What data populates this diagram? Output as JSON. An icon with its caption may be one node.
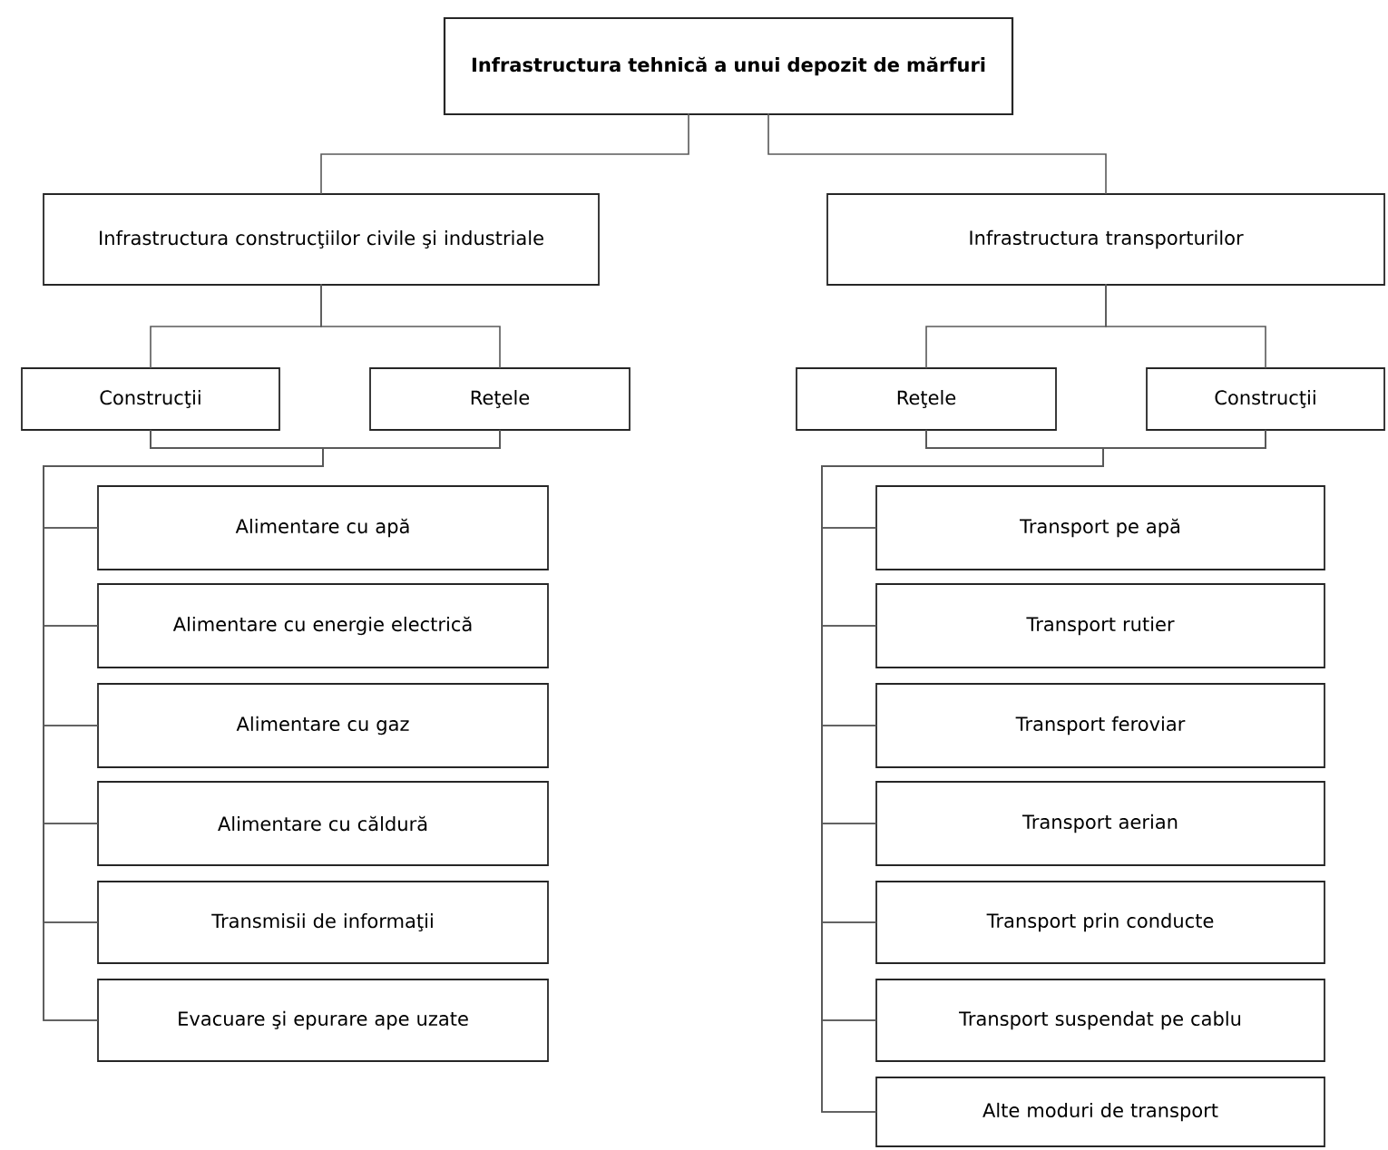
{
  "diagram": {
    "nodes": [
      {
        "text": [
          "Infrastructura tehnică a unui depozit de mărfuri"
        ]
      },
      {
        "text": [
          "Infrastructura construcţiilor civile şi industriale"
        ]
      },
      {
        "text": [
          "Infrastructura transporturilor"
        ]
      },
      {
        "text": [
          "Construcţii"
        ]
      },
      {
        "text": [
          "Reţele"
        ]
      },
      {
        "text": [
          "Reţele"
        ]
      },
      {
        "text": [
          "Construcţii"
        ]
      },
      {
        "text": [
          "Alimentare cu apă"
        ]
      },
      {
        "text": [
          "Alimentare cu energie electrică"
        ]
      },
      {
        "text": [
          "Alimentare cu gaz"
        ]
      },
      {
        "text": [
          "Alimentare cu căldură"
        ]
      },
      {
        "text": [
          "Transmisii de informaţii"
        ]
      },
      {
        "text": [
          "Evacuare şi epurare ape uzate"
        ]
      },
      {
        "text": [
          "Transport pe apă"
        ]
      },
      {
        "text": [
          "Transport rutier"
        ]
      },
      {
        "text": [
          "Transport feroviar"
        ]
      },
      {
        "text": [
          "Transport aerian"
        ]
      },
      {
        "text": [
          "Transport prin conducte"
        ]
      },
      {
        "text": [
          "Transport suspendat pe cablu"
        ]
      },
      {
        "text": [
          "Alte moduri de transport"
        ]
      }
    ],
    "edges": [
      {
        "from": 0,
        "to": 1,
        "arrow": "none"
      },
      {
        "from": 0,
        "to": 2,
        "arrow": "none"
      },
      {
        "from": 1,
        "to": 3,
        "arrow": "none"
      },
      {
        "from": 1,
        "to": 4,
        "arrow": "none"
      },
      {
        "from": 2,
        "to": 5,
        "arrow": "none"
      },
      {
        "from": 2,
        "to": 6,
        "arrow": "none"
      },
      {
        "from": 3,
        "to": 7,
        "arrow": "none"
      },
      {
        "from": 3,
        "to": 8,
        "arrow": "none"
      },
      {
        "from": 3,
        "to": 9,
        "arrow": "none"
      },
      {
        "from": 3,
        "to": 10,
        "arrow": "none"
      },
      {
        "from": 3,
        "to": 11,
        "arrow": "none"
      },
      {
        "from": 3,
        "to": 12,
        "arrow": "none"
      },
      {
        "from": 4,
        "to": 7,
        "arrow": "none"
      },
      {
        "from": 4,
        "to": 8,
        "arrow": "none"
      },
      {
        "from": 4,
        "to": 9,
        "arrow": "none"
      },
      {
        "from": 4,
        "to": 10,
        "arrow": "none"
      },
      {
        "from": 4,
        "to": 11,
        "arrow": "none"
      },
      {
        "from": 4,
        "to": 12,
        "arrow": "none"
      },
      {
        "from": 5,
        "to": 13,
        "arrow": "none"
      },
      {
        "from": 5,
        "to": 14,
        "arrow": "none"
      },
      {
        "from": 5,
        "to": 15,
        "arrow": "none"
      },
      {
        "from": 5,
        "to": 16,
        "arrow": "none"
      },
      {
        "from": 5,
        "to": 17,
        "arrow": "none"
      },
      {
        "from": 5,
        "to": 18,
        "arrow": "none"
      },
      {
        "from": 5,
        "to": 19,
        "arrow": "none"
      },
      {
        "from": 6,
        "to": 13,
        "arrow": "none"
      },
      {
        "from": 6,
        "to": 14,
        "arrow": "none"
      },
      {
        "from": 6,
        "to": 15,
        "arrow": "none"
      },
      {
        "from": 6,
        "to": 16,
        "arrow": "none"
      },
      {
        "from": 6,
        "to": 17,
        "arrow": "none"
      },
      {
        "from": 6,
        "to": 18,
        "arrow": "none"
      },
      {
        "from": 6,
        "to": 19,
        "arrow": "none"
      }
    ]
  }
}
